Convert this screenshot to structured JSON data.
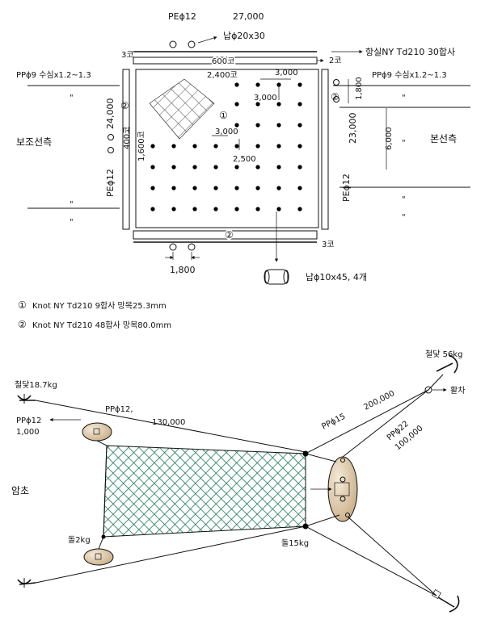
{
  "top": {
    "pe12_label": "PEϕ12",
    "pe12_length": "27,000",
    "lead_label": "납ϕ20x30",
    "ko3_top": "3코",
    "ko600": "600코",
    "ko2": "2코",
    "buoy_label": "항실NY Td210 30합사",
    "pp9_left": "PPϕ9  수심x1.2~1.3",
    "pp9_right": "PPϕ9  수심x1.2~1.3",
    "ditto": "\"",
    "dim_2400": "2,400코",
    "dim_3000a": "3,000",
    "dim_3000b": "3,000",
    "dim_3000c": "3,000",
    "dim_2500": "2,500",
    "dim_1800_right": "1,800",
    "dim_24000": "24,000",
    "dim_400": "400코",
    "dim_1600": "1,600코",
    "dim_23000": "23,000",
    "dim_6000": "6,000",
    "left_side": "보조선측",
    "right_side": "본선측",
    "pe12_vertical_left": "PEϕ12",
    "pe12_vertical_right": "PEϕ12",
    "ko3_bottom": "3코",
    "dim_1800_bottom": "1,800",
    "sinker_label": "납ϕ10x45, 4개",
    "mark1": "①",
    "mark2": "②"
  },
  "legend": {
    "item1_mark": "①",
    "item1_text": "Knot NY Td210 9합사 망목25.3mm",
    "item2_mark": "②",
    "item2_text": "Knot NY Td210 48합사 망목80.0mm"
  },
  "bottom": {
    "anchor_left": "철닻18.7kg",
    "anchor_right": "철닻 56kg",
    "pulley": "활차",
    "pp12": "PPϕ12",
    "pp12_value": "1,000",
    "pp12_main": "PPϕ12,",
    "pp12_main_len": "130,000",
    "pp15": "PPϕ15",
    "pp15_len": "200,000",
    "pp22": "PPϕ22",
    "pp22_len": "100,000",
    "reef": "암초",
    "stone2": "돌2kg",
    "stone15": "돌15kg"
  },
  "colors": {
    "net": "#1f7a5c",
    "buoy": "#e6d3b8",
    "line": "#111111"
  }
}
